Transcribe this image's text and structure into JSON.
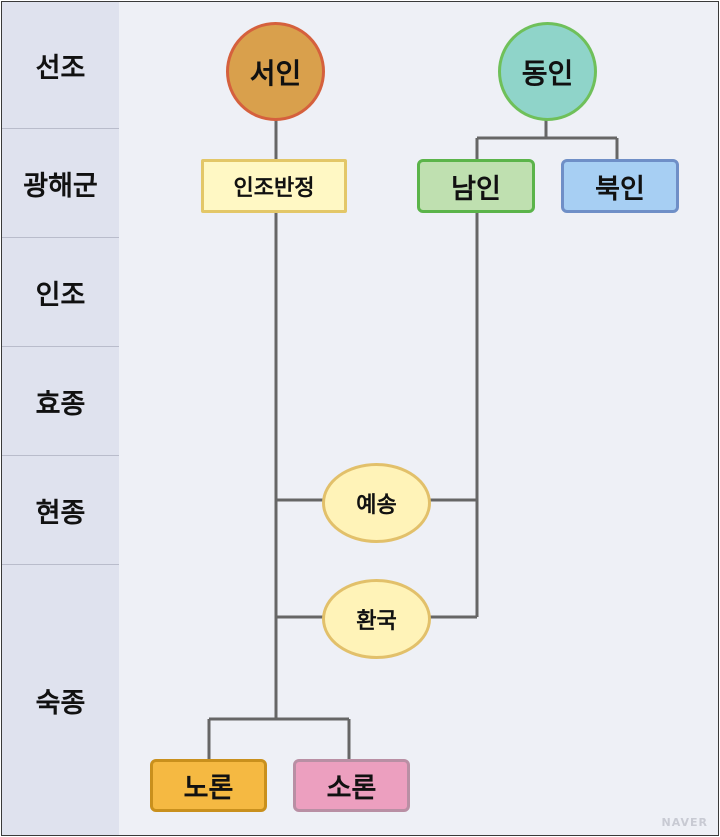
{
  "reigns": [
    "선조",
    "광해군",
    "인조",
    "효종",
    "현종",
    "숙종"
  ],
  "factions": {
    "seoin": "서인",
    "dongin": "동인",
    "injo_coup": "인조반정",
    "namin": "남인",
    "bugin": "북인",
    "yesong": "예송",
    "hwanguk": "환국",
    "noron": "노론",
    "soron": "소론"
  },
  "colors": {
    "seoin": "#d9a04c",
    "dongin": "#8fd4c9",
    "injo_coup": "#fff8c4",
    "namin": "#bfe0b0",
    "bugin": "#a7cff3",
    "yesong": "#fff3b8",
    "hwanguk": "#fff3b8",
    "noron": "#f5b942",
    "soron": "#ec9fbf"
  },
  "watermark": "NAVER"
}
